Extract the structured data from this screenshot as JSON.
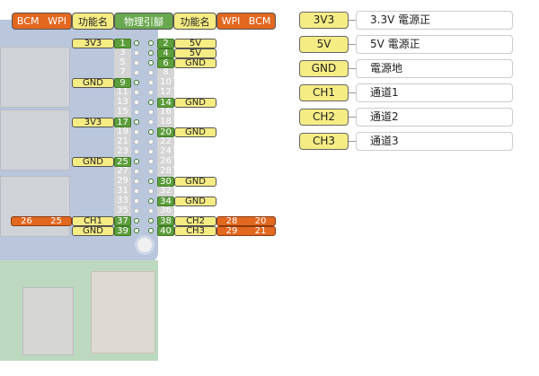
{
  "header": {
    "left_codes": [
      "BCM",
      "WPI"
    ],
    "left_func": "功能名",
    "physical": "物理引腳",
    "right_func": "功能名",
    "right_codes": [
      "WPI",
      "BCM"
    ]
  },
  "rows": [
    {
      "l": "3V3",
      "ln": "1",
      "rn": "2",
      "r": "5V"
    },
    {
      "l": "",
      "ln": "3",
      "rn": "4",
      "r": "5V"
    },
    {
      "l": "",
      "ln": "5",
      "rn": "6",
      "r": "GND"
    },
    {
      "l": "",
      "ln": "7",
      "rn": "8",
      "r": ""
    },
    {
      "l": "GND",
      "ln": "9",
      "rn": "10",
      "r": ""
    },
    {
      "l": "",
      "ln": "11",
      "rn": "12",
      "r": ""
    },
    {
      "l": "",
      "ln": "13",
      "rn": "14",
      "r": "GND"
    },
    {
      "l": "",
      "ln": "15",
      "rn": "16",
      "r": ""
    },
    {
      "l": "3V3",
      "ln": "17",
      "rn": "18",
      "r": ""
    },
    {
      "l": "",
      "ln": "19",
      "rn": "20",
      "r": "GND"
    },
    {
      "l": "",
      "ln": "21",
      "rn": "22",
      "r": ""
    },
    {
      "l": "",
      "ln": "23",
      "rn": "24",
      "r": ""
    },
    {
      "l": "GND",
      "ln": "25",
      "rn": "26",
      "r": ""
    },
    {
      "l": "",
      "ln": "27",
      "rn": "28",
      "r": ""
    },
    {
      "l": "",
      "ln": "29",
      "rn": "30",
      "r": "GND"
    },
    {
      "l": "",
      "ln": "31",
      "rn": "32",
      "r": ""
    },
    {
      "l": "",
      "ln": "33",
      "rn": "34",
      "r": "GND"
    },
    {
      "l": "",
      "ln": "35",
      "rn": "36",
      "r": ""
    },
    {
      "l": "CH1",
      "ln": "37",
      "rn": "38",
      "r": "CH2",
      "lbcm": "26",
      "lwpi": "25",
      "rwpi": "28",
      "rbcm": "20"
    },
    {
      "l": "GND",
      "ln": "39",
      "rn": "40",
      "r": "CH3",
      "rwpi": "29",
      "rbcm": "21"
    }
  ],
  "legend": [
    {
      "tag": "3V3",
      "desc": "3.3V 電源正"
    },
    {
      "tag": "5V",
      "desc": "5V 電源正"
    },
    {
      "tag": "GND",
      "desc": "電源地"
    },
    {
      "tag": "CH1",
      "desc": "通道1"
    },
    {
      "tag": "CH2",
      "desc": "通道2"
    },
    {
      "tag": "CH3",
      "desc": "通道3"
    }
  ],
  "colors": {
    "orange": "#e2671f",
    "yellow": "#f6ec84",
    "green": "#6aa84f",
    "gray": "#d4d4d4"
  }
}
